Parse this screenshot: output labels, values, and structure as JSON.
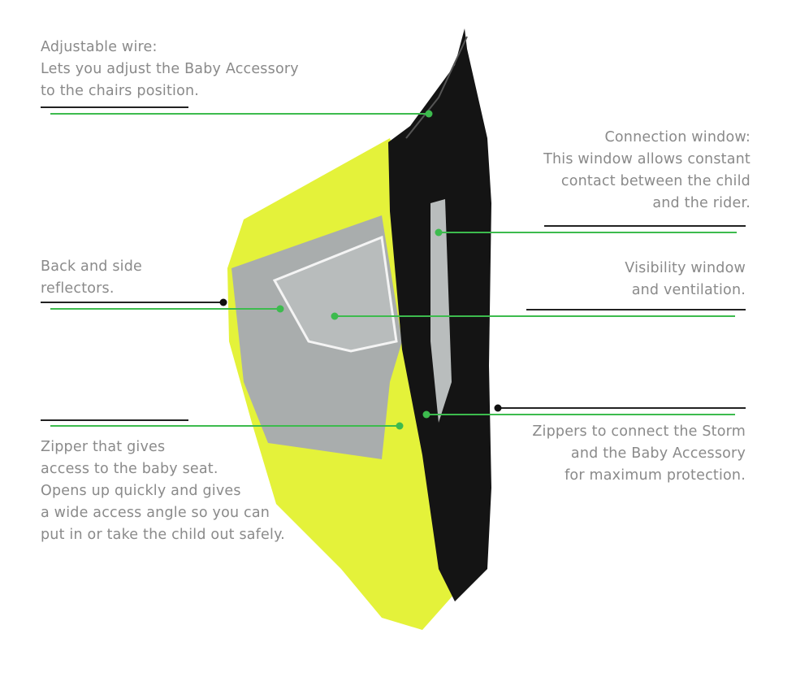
{
  "colors": {
    "callout_green": "#3dbb4e",
    "callout_black": "#222222",
    "text_gray": "#8a8a8a",
    "shell_yellow": "#e4f23a",
    "panel_black": "#141414",
    "mesh_gray": "#a9adad"
  },
  "callouts": [
    {
      "id": "adjustable-wire",
      "lines": [
        "Adjustable wire:",
        "Lets you adjust the Baby Accessory",
        "to the chairs position."
      ]
    },
    {
      "id": "connection-window",
      "lines": [
        "Connection window:",
        "This window allows constant",
        "contact between the child",
        "and the rider."
      ]
    },
    {
      "id": "reflectors",
      "lines": [
        "Back and side",
        "reflectors."
      ]
    },
    {
      "id": "visibility-window",
      "lines": [
        "Visibility window",
        "and ventilation."
      ]
    },
    {
      "id": "zippers-connect",
      "lines": [
        "Zippers to connect the Storm",
        "and the Baby Accessory",
        "for maximum protection."
      ]
    },
    {
      "id": "zipper-access",
      "lines": [
        "Zipper that gives",
        "access to the baby seat.",
        "Opens up quickly and gives",
        "a wide access angle so you can",
        "put in or take the child out safely."
      ]
    }
  ]
}
